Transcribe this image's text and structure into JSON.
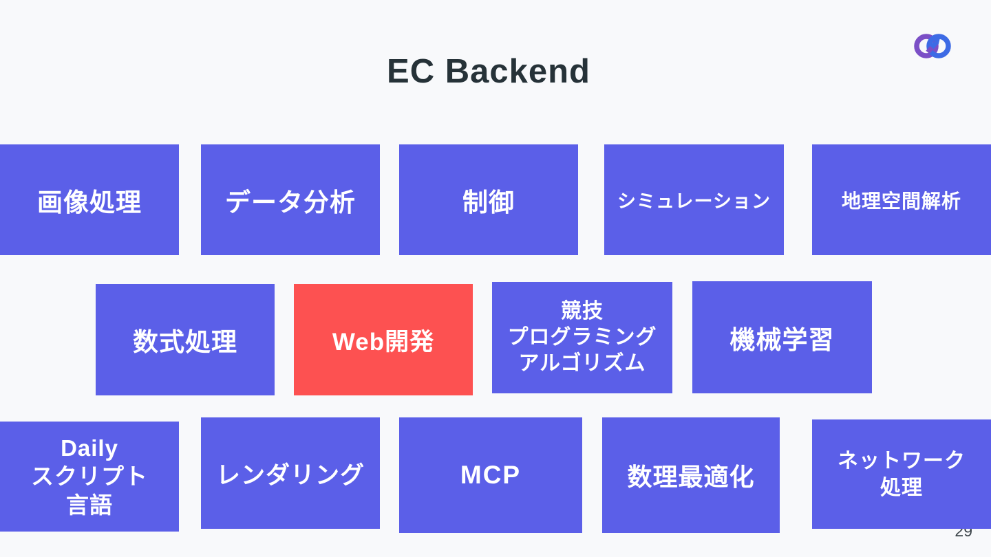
{
  "slide": {
    "title": "EC Backend",
    "page_number": "29"
  },
  "logo": {
    "name": "infinity-loop-arrows",
    "purple": "#7B4FC6",
    "blue": "#3D6BE5"
  },
  "colors": {
    "background": "#F8F9FB",
    "box_purple": "#5B5FE8",
    "box_red": "#FD5151",
    "box_text": "#FFFFFF",
    "title_text": "#263238",
    "page_number_text": "#3C4449"
  },
  "boxes": [
    {
      "id": "image-processing",
      "label": "画像処理",
      "color": "purple"
    },
    {
      "id": "data-analysis",
      "label": "データ分析",
      "color": "purple"
    },
    {
      "id": "control",
      "label": "制御",
      "color": "purple"
    },
    {
      "id": "simulation",
      "label": "シミュレーション",
      "color": "purple"
    },
    {
      "id": "geospatial-analysis",
      "label": "地理空間解析",
      "color": "purple"
    },
    {
      "id": "formula-processing",
      "label": "数式処理",
      "color": "purple"
    },
    {
      "id": "web-development",
      "label": "Web開発",
      "color": "red"
    },
    {
      "id": "competitive-programming-algorithm",
      "label": "競技\nプログラミング\nアルゴリズム",
      "color": "purple"
    },
    {
      "id": "machine-learning",
      "label": "機械学習",
      "color": "purple"
    },
    {
      "id": "daily-script-language",
      "label": "Daily\nスクリプト\n言語",
      "color": "purple"
    },
    {
      "id": "rendering",
      "label": "レンダリング",
      "color": "purple"
    },
    {
      "id": "mcp",
      "label": "MCP",
      "color": "purple"
    },
    {
      "id": "mathematical-optimization",
      "label": "数理最適化",
      "color": "purple"
    },
    {
      "id": "network-processing",
      "label": "ネットワーク\n処理",
      "color": "purple"
    }
  ]
}
